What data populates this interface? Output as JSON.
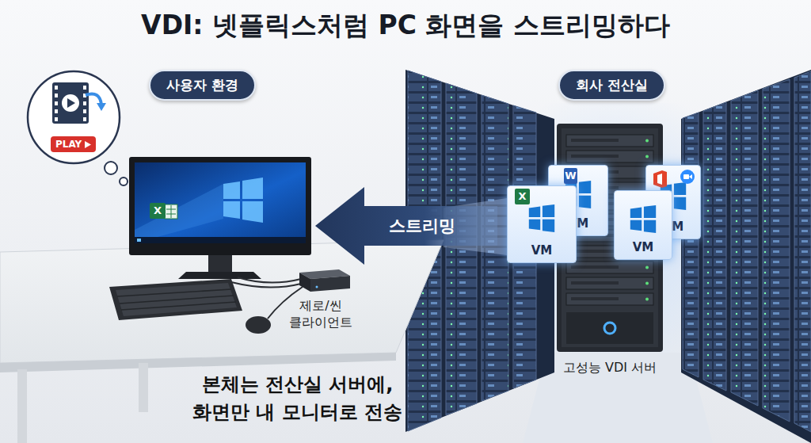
{
  "diagram": {
    "title": "VDI: 넷플릭스처럼 PC 화면을 스트리밍하다",
    "caption": "본체는 전산실 서버에, 화면만 내 모니터로 전송",
    "nodes": [
      {
        "text": [
          "사용자 환경"
        ]
      },
      {
        "text": [
          "회사 전산실"
        ]
      },
      {
        "text": [
          "PLAY"
        ]
      },
      {
        "text": [
          "스트리밍"
        ]
      },
      {
        "text": [
          "VM"
        ]
      },
      {
        "text": [
          "VM"
        ]
      },
      {
        "text": [
          "VM"
        ]
      },
      {
        "text": [
          "VM"
        ]
      },
      {
        "text": [
          "제로/씬 클라이언트"
        ]
      },
      {
        "text": [
          "고성능 VDI 서버"
        ]
      }
    ],
    "labels": [
      "X",
      "W",
      "X"
    ]
  }
}
